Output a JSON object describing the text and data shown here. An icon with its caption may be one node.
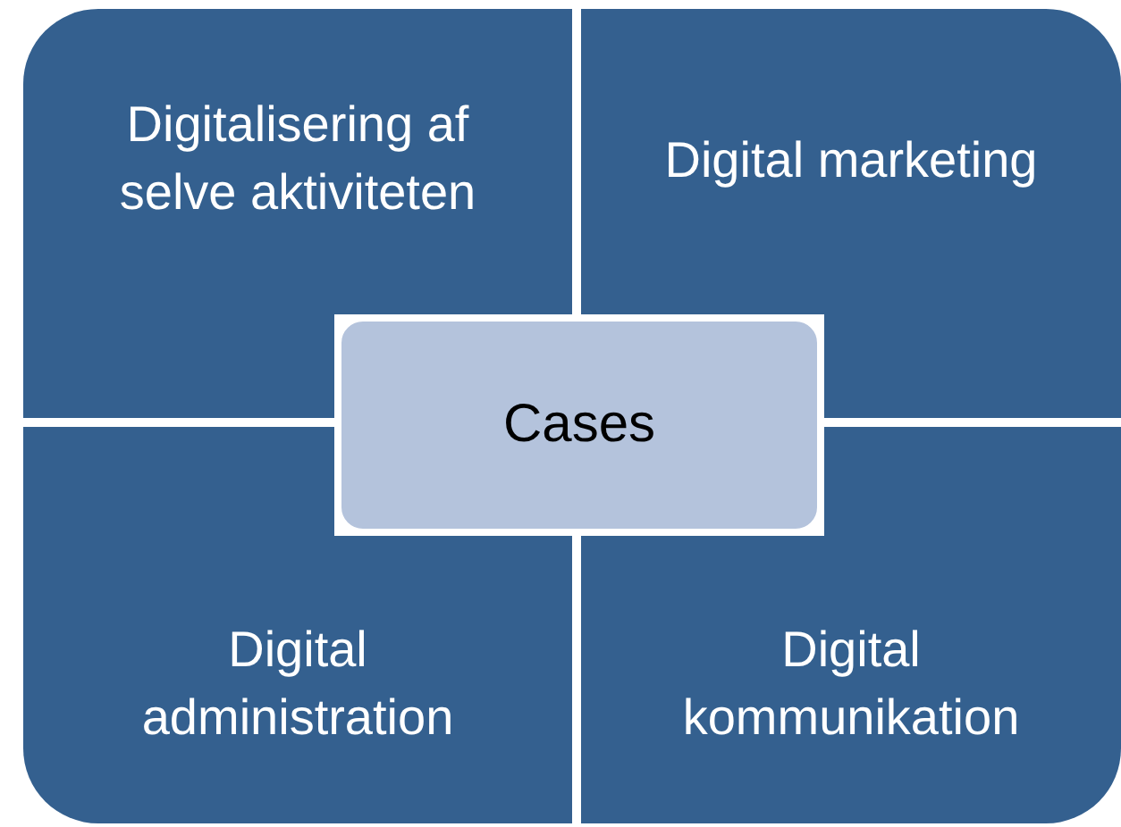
{
  "diagram": {
    "nodes": [
      {
        "text": [
          "Digitalisering af selve aktiviteten"
        ]
      },
      {
        "text": [
          "Digital marketing"
        ]
      },
      {
        "text": [
          "Cases"
        ]
      },
      {
        "text": [
          "Digital administration"
        ]
      },
      {
        "text": [
          "Digital kommunikation"
        ]
      }
    ]
  }
}
